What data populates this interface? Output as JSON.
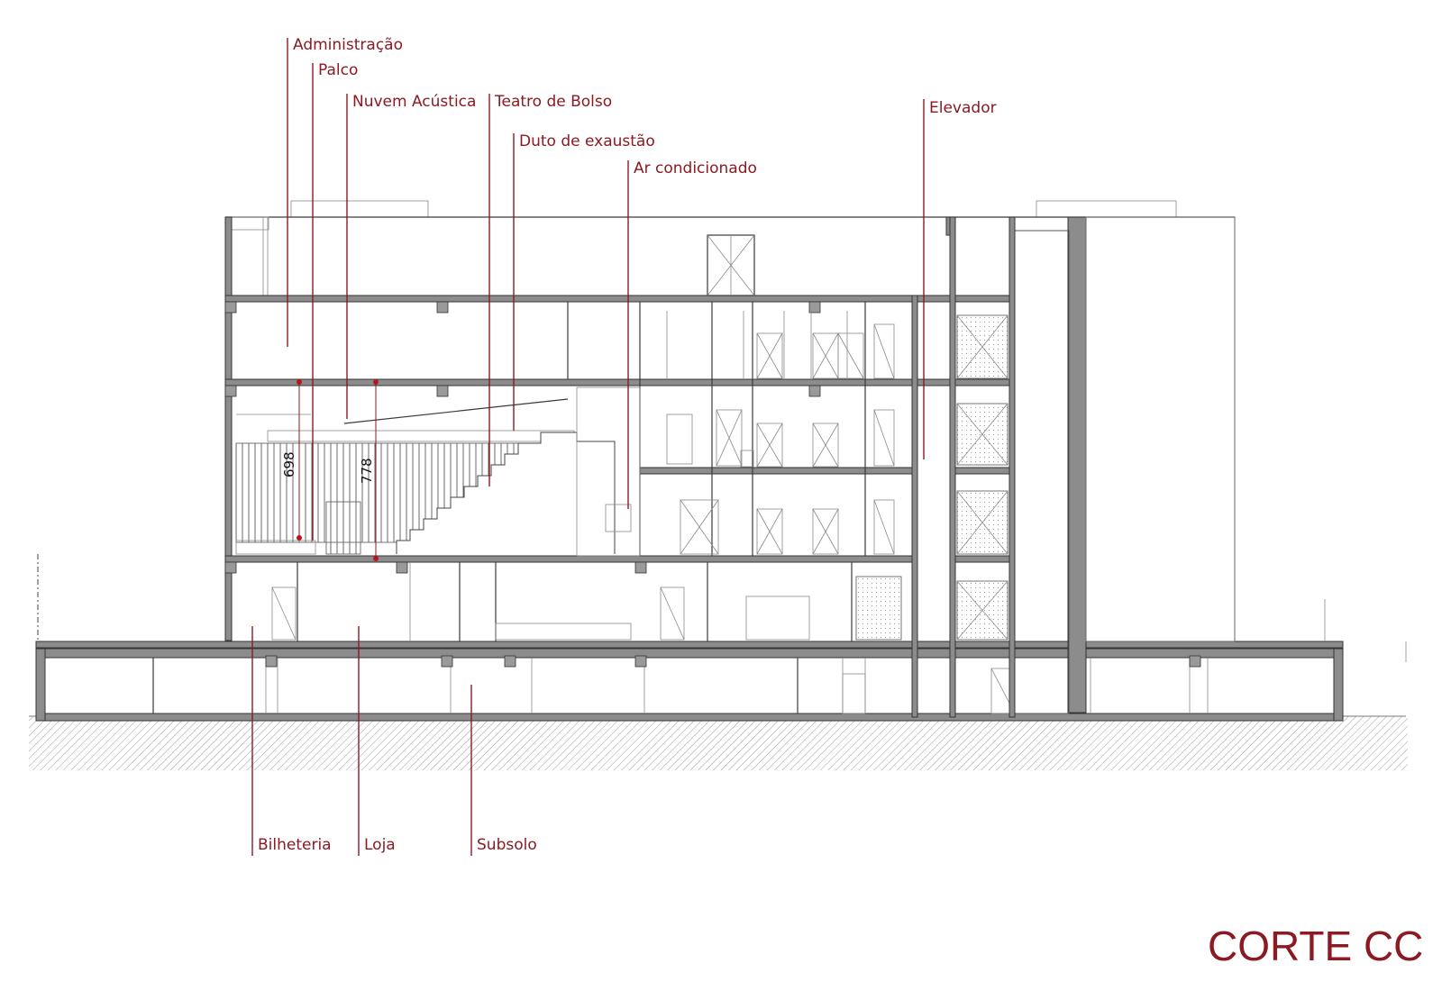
{
  "title": "CORTE CC",
  "labels": {
    "administracao": "Administração",
    "palco": "Palco",
    "nuvem_acustica": "Nuvem Acústica",
    "teatro_de_bolso": "Teatro de Bolso",
    "duto_de_exaustao": "Duto de exaustão",
    "ar_condicionado": "Ar condicionado",
    "elevador": "Elevador",
    "bilheteria": "Bilheteria",
    "loja": "Loja",
    "subsolo": "Subsolo"
  },
  "dimensions": {
    "height_1": "698",
    "height_2": "778"
  },
  "colors": {
    "accent": "#8b1a22",
    "line": "#3a3a3a",
    "slab": "#8c8c8c"
  }
}
